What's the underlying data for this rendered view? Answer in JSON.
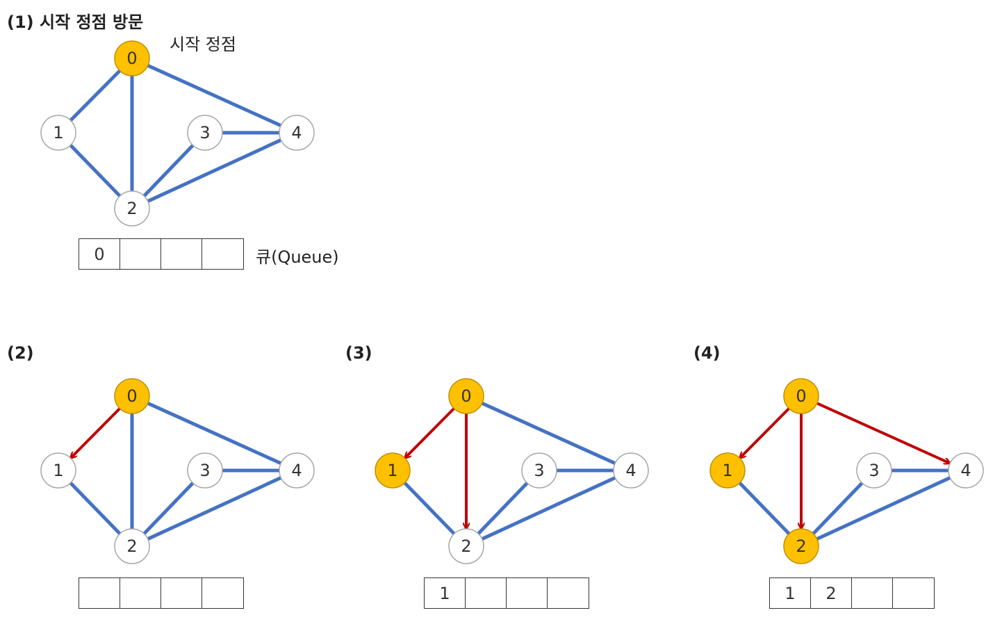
{
  "colors": {
    "edge": "#4472C4",
    "arrow": "#C00000",
    "visited_fill": "#FFC000",
    "visited_stroke": "#BF9000",
    "node_fill": "#FFFFFF",
    "node_stroke": "#A6A6A6"
  },
  "panels": [
    {
      "title": "(1) 시작 정점 방문",
      "start_label": "시작 정점",
      "queue_label": "큐(Queue)",
      "nodes": [
        {
          "id": "0",
          "visited": true
        },
        {
          "id": "1",
          "visited": false
        },
        {
          "id": "2",
          "visited": false
        },
        {
          "id": "3",
          "visited": false
        },
        {
          "id": "4",
          "visited": false
        }
      ],
      "edges": [
        [
          "0",
          "1"
        ],
        [
          "0",
          "2"
        ],
        [
          "0",
          "4"
        ],
        [
          "1",
          "2"
        ],
        [
          "2",
          "3"
        ],
        [
          "2",
          "4"
        ],
        [
          "3",
          "4"
        ]
      ],
      "arrows": [],
      "queue": [
        "0",
        "",
        "",
        ""
      ]
    },
    {
      "title": "(2)",
      "nodes": [
        {
          "id": "0",
          "visited": true
        },
        {
          "id": "1",
          "visited": false
        },
        {
          "id": "2",
          "visited": false
        },
        {
          "id": "3",
          "visited": false
        },
        {
          "id": "4",
          "visited": false
        }
      ],
      "edges": [
        [
          "0",
          "2"
        ],
        [
          "0",
          "4"
        ],
        [
          "1",
          "2"
        ],
        [
          "2",
          "3"
        ],
        [
          "2",
          "4"
        ],
        [
          "3",
          "4"
        ]
      ],
      "arrows": [
        [
          "0",
          "1"
        ]
      ],
      "queue": [
        "",
        "",
        "",
        ""
      ]
    },
    {
      "title": "(3)",
      "nodes": [
        {
          "id": "0",
          "visited": true
        },
        {
          "id": "1",
          "visited": true
        },
        {
          "id": "2",
          "visited": false
        },
        {
          "id": "3",
          "visited": false
        },
        {
          "id": "4",
          "visited": false
        }
      ],
      "edges": [
        [
          "0",
          "4"
        ],
        [
          "1",
          "2"
        ],
        [
          "2",
          "3"
        ],
        [
          "2",
          "4"
        ],
        [
          "3",
          "4"
        ]
      ],
      "arrows": [
        [
          "0",
          "1"
        ],
        [
          "0",
          "2"
        ]
      ],
      "queue": [
        "1",
        "",
        "",
        ""
      ]
    },
    {
      "title": "(4)",
      "nodes": [
        {
          "id": "0",
          "visited": true
        },
        {
          "id": "1",
          "visited": true
        },
        {
          "id": "2",
          "visited": true
        },
        {
          "id": "3",
          "visited": false
        },
        {
          "id": "4",
          "visited": false
        }
      ],
      "edges": [
        [
          "1",
          "2"
        ],
        [
          "2",
          "3"
        ],
        [
          "2",
          "4"
        ],
        [
          "3",
          "4"
        ]
      ],
      "arrows": [
        [
          "0",
          "1"
        ],
        [
          "0",
          "2"
        ],
        [
          "0",
          "4"
        ]
      ],
      "queue": [
        "1",
        "2",
        "",
        ""
      ]
    }
  ]
}
